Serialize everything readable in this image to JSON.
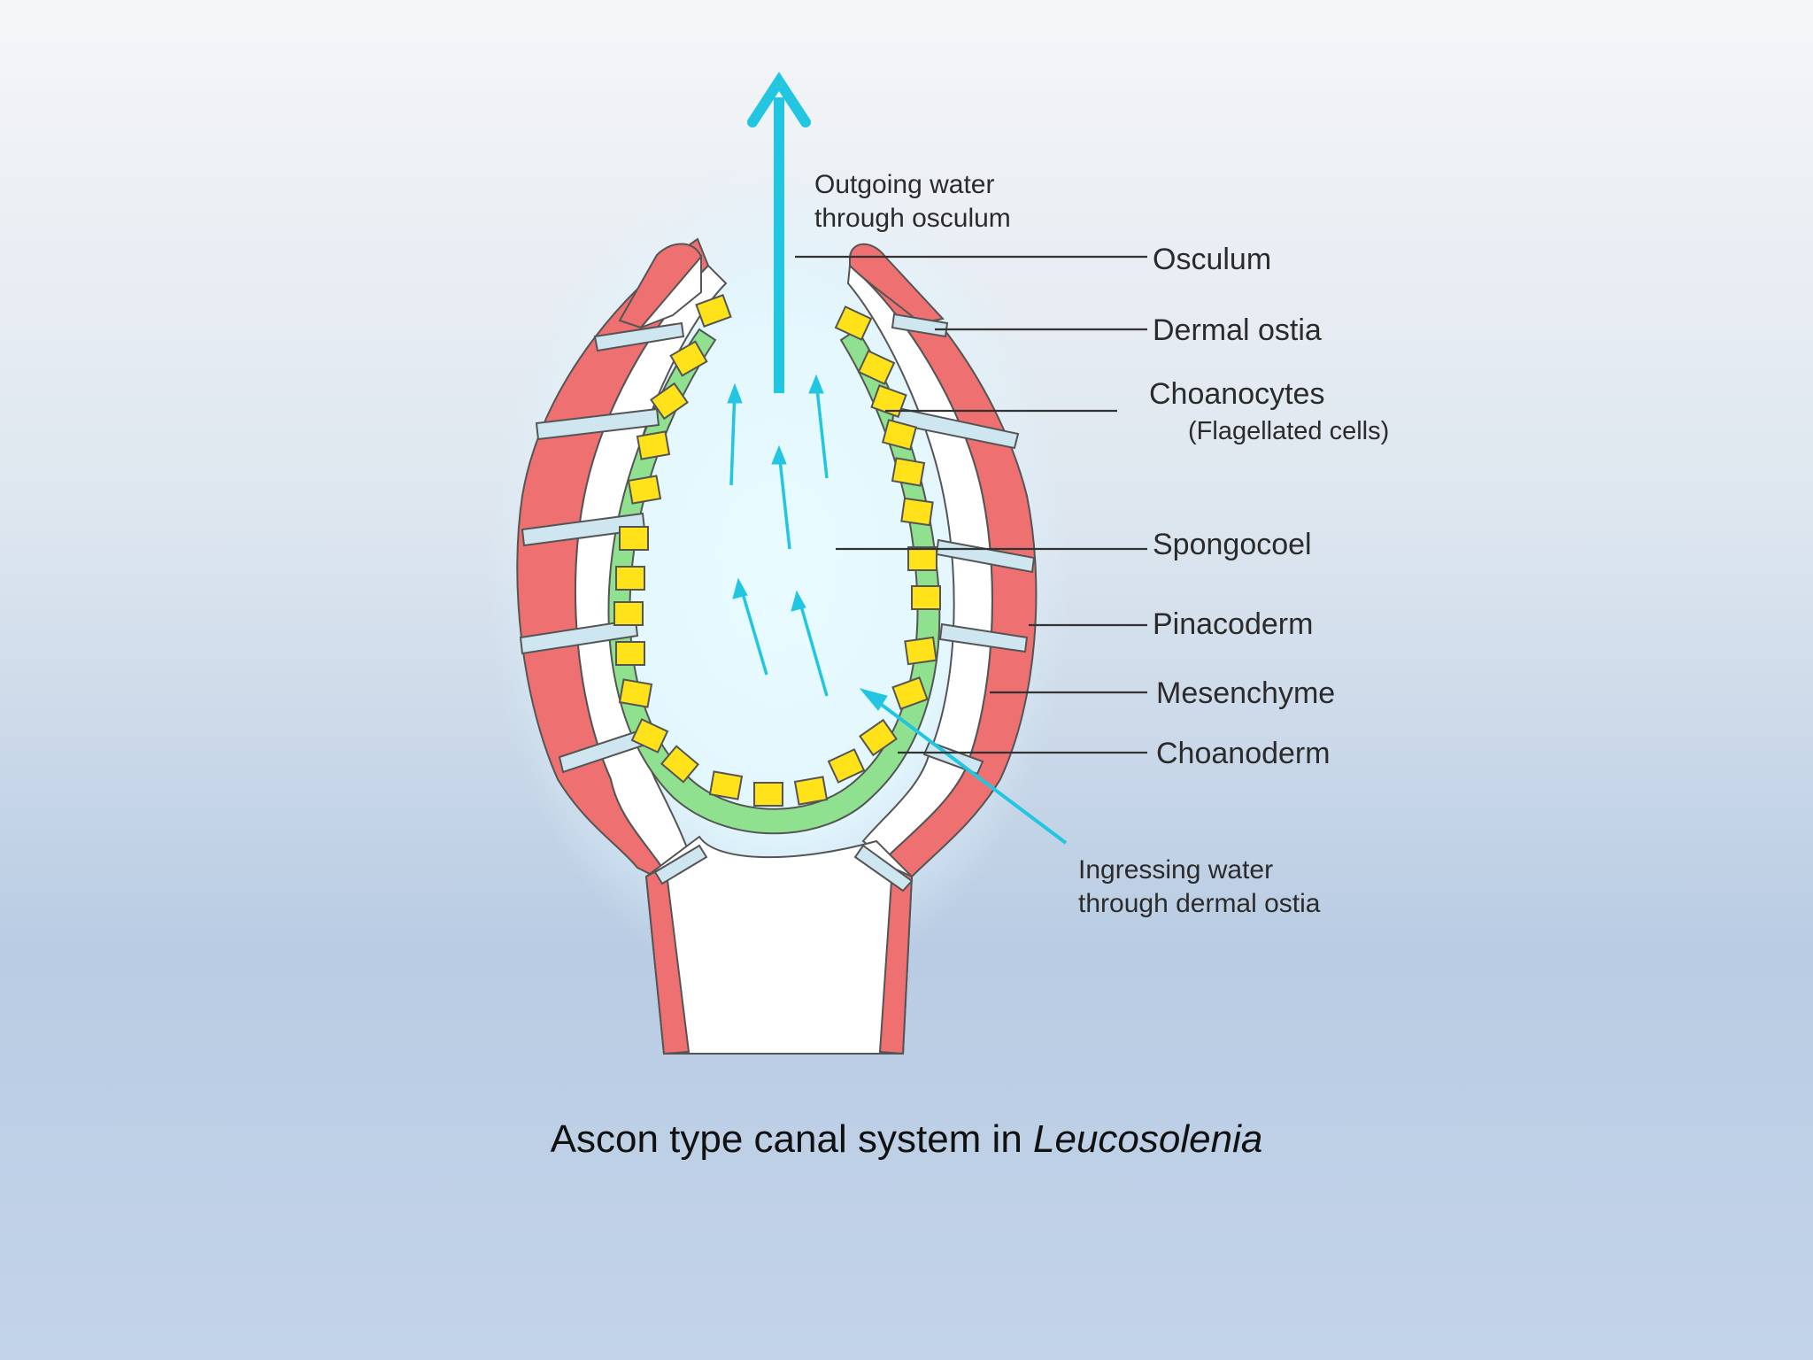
{
  "labels": {
    "outgoing_water_1": "Outgoing water",
    "outgoing_water_2": "through osculum",
    "osculum": "Osculum",
    "dermal_ostia": "Dermal ostia",
    "choanocytes": "Choanocytes",
    "flagellated_cells": "(Flagellated cells)",
    "spongocoel": "Spongocoel",
    "pinacoderm": "Pinacoderm",
    "mesenchyme": "Mesenchyme",
    "choanoderm": "Choanoderm",
    "ingressing_water_1": "Ingressing water",
    "ingressing_water_2": "through dermal ostia"
  },
  "caption": {
    "prefix": "Ascon type canal system in ",
    "genus": "Leucosolenia"
  },
  "colors": {
    "pinacoderm": "#ee7070",
    "mesenchyme": "#ffffff",
    "choanoderm": "#8fe08f",
    "choanocyte": "#ffe21a",
    "water_arrow": "#22c6e0",
    "ostia_canal": "#cde6ef"
  }
}
